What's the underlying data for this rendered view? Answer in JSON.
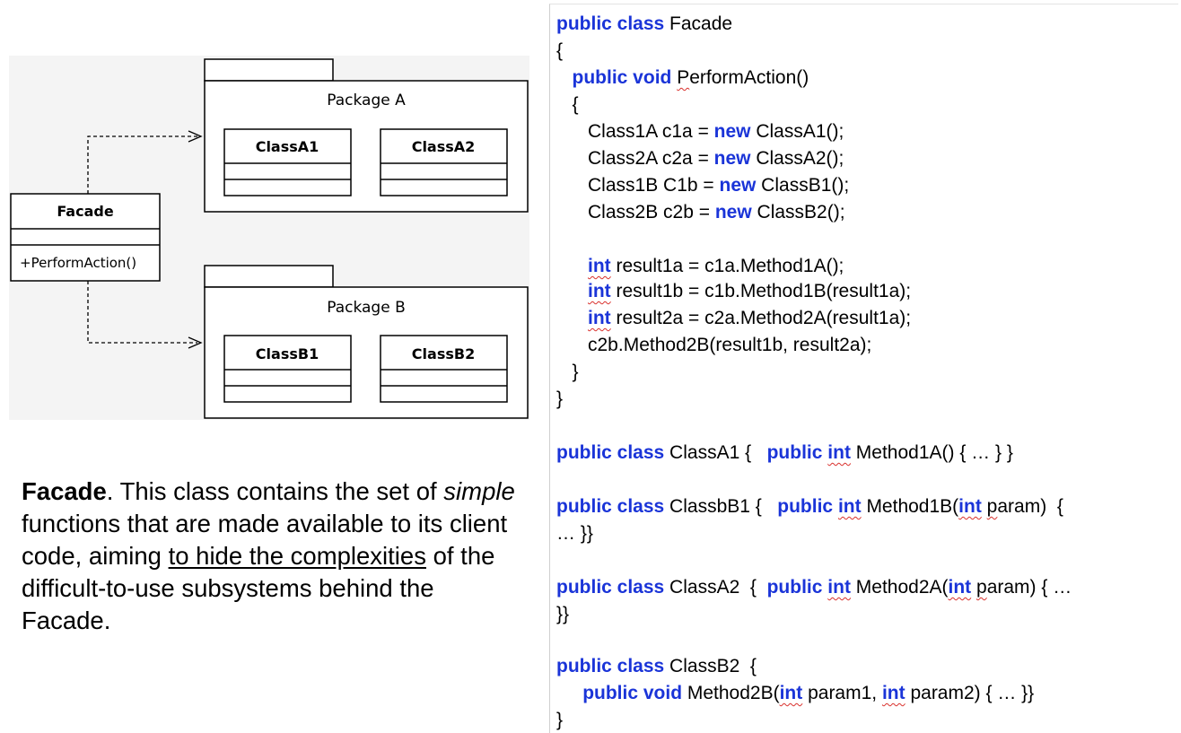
{
  "diagram": {
    "facade": {
      "name": "Facade",
      "operation": "+PerformAction()"
    },
    "package_a": {
      "title": "Package A",
      "classes": [
        "ClassA1",
        "ClassA2"
      ]
    },
    "package_b": {
      "title": "Package B",
      "classes": [
        "ClassB1",
        "ClassB2"
      ]
    }
  },
  "description": {
    "term": "Facade",
    "text1": ". This class contains the set of ",
    "emphasis": "simple",
    "text2": " functions that are made available to its client code, aiming ",
    "underlined": "to hide the complexities",
    "text3": " of the difficult-to-use subsystems behind the Facade."
  },
  "code": {
    "lines": [
      [
        [
          "kw",
          "public class"
        ],
        [
          "t",
          " Facade"
        ]
      ],
      [
        [
          "t",
          "{"
        ]
      ],
      [
        [
          "t",
          "   "
        ],
        [
          "kw",
          "public void"
        ],
        [
          "t",
          " "
        ],
        [
          "sq",
          "P"
        ],
        [
          "t",
          "erformAction()"
        ]
      ],
      [
        [
          "t",
          "   {"
        ]
      ],
      [
        [
          "t",
          "      Class1A c1a = "
        ],
        [
          "kw",
          "new"
        ],
        [
          "t",
          " ClassA1();"
        ]
      ],
      [
        [
          "t",
          "      Class2A c2a = "
        ],
        [
          "kw",
          "new"
        ],
        [
          "t",
          " ClassA2();"
        ]
      ],
      [
        [
          "t",
          "      Class1B C1b = "
        ],
        [
          "kw",
          "new"
        ],
        [
          "t",
          " ClassB1();"
        ]
      ],
      [
        [
          "t",
          "      Class2B c2b = "
        ],
        [
          "kw",
          "new"
        ],
        [
          "t",
          " ClassB2();"
        ]
      ],
      [
        [
          "t",
          ""
        ]
      ],
      [
        [
          "t",
          "      "
        ],
        [
          "sqkw",
          "int"
        ],
        [
          "t",
          " result1a = c1a.Method1A();"
        ]
      ],
      [
        [
          "t",
          "      "
        ],
        [
          "sqkw",
          "int"
        ],
        [
          "t",
          " result1b = c1b.Method1B(result1a);"
        ]
      ],
      [
        [
          "t",
          "      "
        ],
        [
          "sqkw",
          "int"
        ],
        [
          "t",
          " result2a = c2a.Method2A(result1a);"
        ]
      ],
      [
        [
          "t",
          "      c2b.Method2B(result1b, result2a);"
        ]
      ],
      [
        [
          "t",
          "   }"
        ]
      ],
      [
        [
          "t",
          "}"
        ]
      ],
      [
        [
          "t",
          ""
        ]
      ],
      [
        [
          "kw",
          "public class"
        ],
        [
          "t",
          " ClassA1 {   "
        ],
        [
          "kw",
          "public "
        ],
        [
          "sqkw",
          "int"
        ],
        [
          "t",
          " Method1A() { … } }"
        ]
      ],
      [
        [
          "t",
          ""
        ]
      ],
      [
        [
          "kw",
          "public class"
        ],
        [
          "t",
          " ClassbB1 {   "
        ],
        [
          "kw",
          "public "
        ],
        [
          "sqkw",
          "int"
        ],
        [
          "t",
          " Method1B("
        ],
        [
          "sqkw",
          "int"
        ],
        [
          "t",
          " "
        ],
        [
          "sq",
          "p"
        ],
        [
          "t",
          "aram)  {"
        ]
      ],
      [
        [
          "t",
          "… }}"
        ]
      ],
      [
        [
          "t",
          ""
        ]
      ],
      [
        [
          "kw",
          "public class"
        ],
        [
          "t",
          " ClassA2  {  "
        ],
        [
          "kw",
          "public "
        ],
        [
          "sqkw",
          "int"
        ],
        [
          "t",
          " Method2A("
        ],
        [
          "sqkw",
          "int"
        ],
        [
          "t",
          " "
        ],
        [
          "sq",
          "p"
        ],
        [
          "t",
          "aram) { …"
        ]
      ],
      [
        [
          "t",
          "}}"
        ]
      ],
      [
        [
          "t",
          ""
        ]
      ],
      [
        [
          "kw",
          "public class"
        ],
        [
          "t",
          " ClassB2  {"
        ]
      ],
      [
        [
          "t",
          "     "
        ],
        [
          "kw",
          "public void"
        ],
        [
          "t",
          " Method2B("
        ],
        [
          "sqkw",
          "int"
        ],
        [
          "t",
          " param1, "
        ],
        [
          "sqkw",
          "int"
        ],
        [
          "t",
          " param2) { … }}"
        ]
      ],
      [
        [
          "t",
          "}"
        ]
      ]
    ]
  }
}
